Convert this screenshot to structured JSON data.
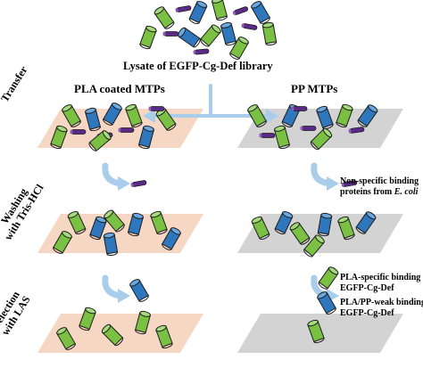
{
  "title": "Lysate of EGFP-Cg-Def library",
  "columns": {
    "left": "PLA coated MTPs",
    "right": "PP MTPs"
  },
  "steps": {
    "transfer": "Transfer",
    "washing_line1": "Washing",
    "washing_line2": "with Tris-HCl",
    "selection_line1": "Selection",
    "selection_line2": "with LAS"
  },
  "legend": {
    "nonspecific_line1": "Non-specific binding",
    "nonspecific_line2_prefix": "proteins from ",
    "nonspecific_italic": "E. coli",
    "pla_specific_line1": "PLA-specific binding",
    "pla_specific_line2": "EGFP-Cg-Def",
    "weak_line1": "PLA/PP-weak binding",
    "weak_line2": "EGFP-Cg-Def"
  },
  "colors": {
    "green": "#7ac143",
    "blue": "#2f77bd",
    "purple": "#5b2a86",
    "pla_plate": "#f6d7c3",
    "pp_plate": "#d3d3d3",
    "arrow": "#a9cdea"
  }
}
